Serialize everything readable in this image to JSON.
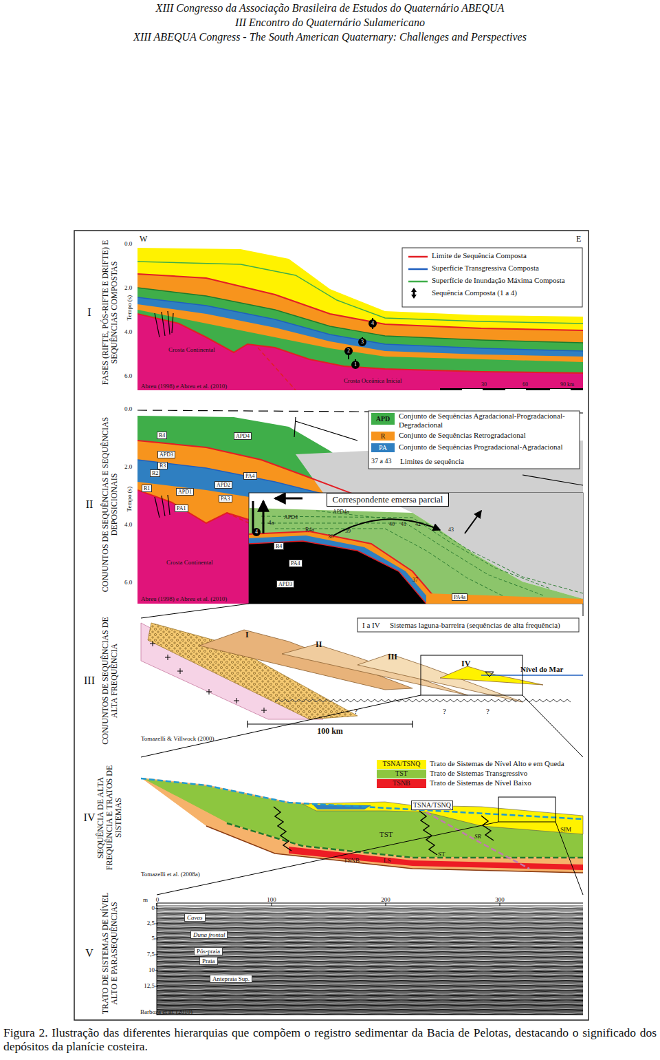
{
  "diagram": {
    "caption": "Figura 2. Ilustração das diferentes hierarquias que compõem o registro sedimentar da Bacia de Pelotas, destacando o significado dos depósitos da planície costeira.",
    "nodes": [
      {
        "text": [
          "I",
          "FASES (RIFTE, PÓS-RIFTE E DRIFTE) E SEQUÊNCIAS COMPOSTAS"
        ]
      },
      {
        "text": [
          "II",
          "CONJUNTOS DE SEQUÊNCIAS E SEQUÊNCIAS DEPOSICIONAIS"
        ]
      },
      {
        "text": [
          "III",
          "CONJUNTOS DE SEQUÊNCIAS DE ALTA FREQUÊNCIA"
        ]
      },
      {
        "text": [
          "IV",
          "SEQUÊNCIA DE ALTA FREQUÊNCIA E TRATOS DE SISTEMAS"
        ]
      },
      {
        "text": [
          "V",
          "TRATO DE SISTEMAS DE NÍVEL ALTO E PARASEQUÊNCIAS"
        ]
      },
      {
        "text": [
          "Correspondente emersa parcial"
        ],
        "in": 1
      }
    ],
    "labels": [
      "XIII Congresso da Associação Brasileira de Estudos do Quaternário ABEQUA",
      "III Encontro do Quaternário Sulamericano",
      "XIII ABEQUA Congress - The South American Quaternary: Challenges and Perspectives",
      "W",
      "E",
      "0.0",
      "2.0",
      "4.0",
      "6.0",
      "Tempo (s)",
      "Crosta Continental",
      "Crosta Oceânica Inicial",
      "Abreu (1998) e Abreu et al. (2010)",
      "30",
      "60",
      "90 km",
      "1",
      "2",
      "3",
      "4",
      "0.0",
      "2.0",
      "4.0",
      "6.0",
      "Tempo (s)",
      "R4",
      "APD4",
      "APD3",
      "R3",
      "R2",
      "PA4",
      "R1",
      "APD2",
      "APD1",
      "PA3",
      "PA1",
      "Crosta Continental",
      "Abreu (1998) e Abreu et al. (2010)",
      "4a",
      "4",
      "APD4",
      "APD4a",
      "R4a",
      "38",
      "39",
      "40",
      "41",
      "42",
      "43",
      "R4",
      "PA4",
      "APD3",
      "37",
      "PA4a",
      "APD",
      "R",
      "PA",
      "37 a 43",
      "Limites de sequência",
      "I a IV",
      "Sistemas laguna-barreira (sequências de alta frequência)",
      "I",
      "II",
      "III",
      "IV",
      "Nível do Mar",
      "?",
      "?",
      "?",
      "100 km",
      "Tomazelli & Villwock (2000)",
      "TSNA/TSNQ",
      "TST",
      "TSNB",
      "TSNA/TSNQ",
      "TST",
      "SR",
      "ST",
      "SIM",
      "TSNB",
      "LS",
      "Tomazelli et al. (2008a)",
      "m",
      "0",
      "100",
      "200",
      "300",
      "0",
      "2,5",
      "5",
      "7,5",
      "10",
      "12,5",
      "Cavas",
      "Duna frontal",
      "Pós-praia",
      "Praia",
      "Antepraia Sup.",
      "Barboza et al. (2010)"
    ],
    "legend": [
      {
        "text": "Limite de Sequência Composta"
      },
      {
        "text": "Superfície Transgressiva Composta"
      },
      {
        "text": "Superfície de Inundação Máxima Composta"
      },
      {
        "text": "Sequência Composta (1 a 4)"
      },
      {
        "text": "Conjunto de Sequências Agradacional-Progradacional-Degradacional",
        "color": "#3fae49"
      },
      {
        "text": "Conjunto de Sequências Retrogradacional",
        "color": "#f7941d"
      },
      {
        "text": "Conjunto de Sequências Progradacional-Agradacional",
        "color": "#2f7fc1"
      },
      {
        "text": "Trato de Sistemas de Nível Alto e em Queda",
        "color": "#fff200"
      },
      {
        "text": "Trato de Sistemas Transgressivo",
        "color": "#8dc63f"
      },
      {
        "text": "Trato de Sistemas de Nível Baixo",
        "color": "#ed1c24"
      }
    ]
  }
}
